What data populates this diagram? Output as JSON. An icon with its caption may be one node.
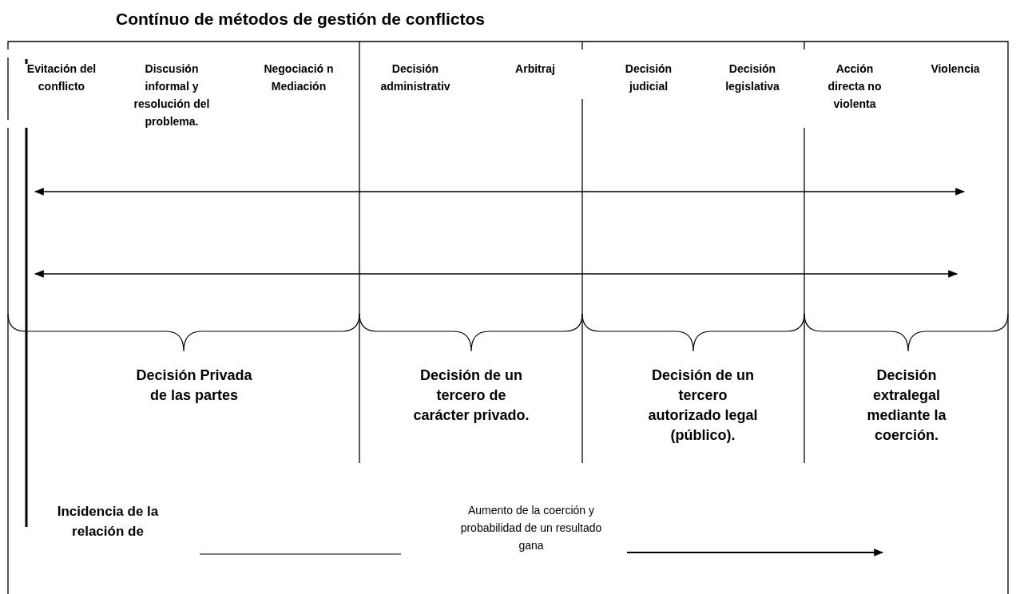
{
  "diagram": {
    "title": "Contínuo de métodos de gestión de conflictos",
    "labels": [
      "Evitación del conflicto",
      "Discusión informal y resolución del problema.",
      "Negociació n Mediación",
      "Decisión administrativ",
      "Arbitraj",
      "Decisión judicial",
      "Decisión legislativa",
      "Acción directa no violenta",
      "Violencia",
      "Decisión Privada de las partes",
      "Decisión de un tercero de carácter privado.",
      "Decisión de un tercero autorizado legal (público).",
      "Decisión extralegal mediante la coerción.",
      "Incidencia de la relación de",
      "Aumento de la coerción y probabilidad de un resultado gana"
    ]
  }
}
